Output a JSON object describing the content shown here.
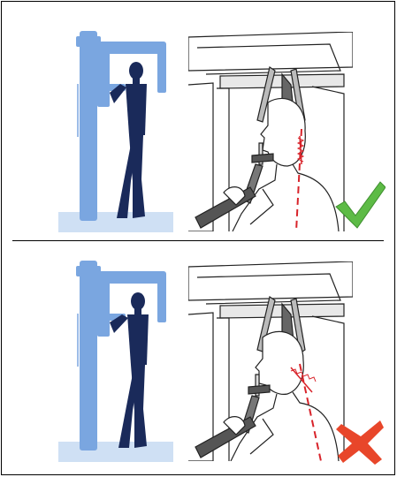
{
  "figure": {
    "panels": [
      {
        "name": "correct-position",
        "machine_color": "#7aa6e0",
        "floor_color": "#cfe0f4",
        "person_color": "#1a2a5a",
        "spine_line_color": "#d8232a",
        "status": "correct",
        "status_icon": "check-mark-icon",
        "status_color": "#5dbb46"
      },
      {
        "name": "incorrect-position",
        "machine_color": "#7aa6e0",
        "floor_color": "#cfe0f4",
        "person_color": "#1a2a5a",
        "spine_line_color": "#d8232a",
        "status": "incorrect",
        "status_icon": "cross-mark-icon",
        "status_color": "#e8462a"
      }
    ]
  }
}
